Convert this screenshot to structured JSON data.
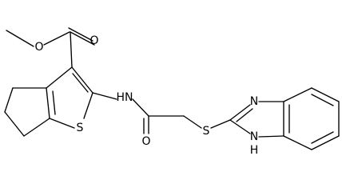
{
  "molecule": {
    "atoms": {
      "o_carbonyl_ester": "O",
      "o_ester_ether": "O",
      "nh_amide": "HN",
      "s_thiophene": "S",
      "o_carbonyl_amide": "O",
      "s_thioether": "S",
      "n_imidazole": "N",
      "nh_imidazole": "N",
      "nh_imidazole_h": "H"
    }
  }
}
